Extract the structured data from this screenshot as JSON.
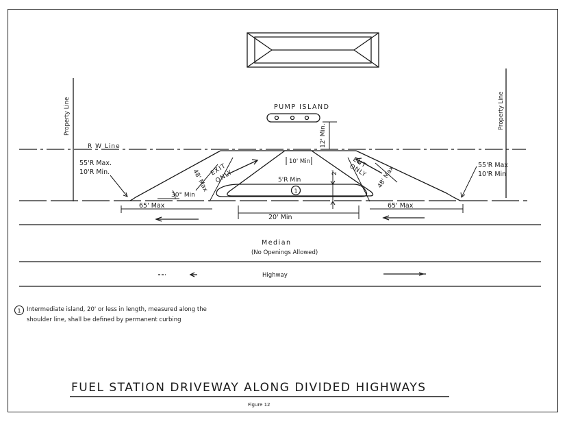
{
  "labels": {
    "property_line_left": "Property Line",
    "property_line_right": "Property Line",
    "pump_island": "PUMP ISLAND",
    "pump_clearance": "12' Min.",
    "rw_line": "R W Line",
    "radius_left_max": "55'R Max.",
    "radius_left_min": "10'R Min.",
    "radius_right_max": "55'R Max",
    "radius_right_min": "10'R Min",
    "exit_only": [
      "EXIT",
      "ONLY"
    ],
    "ent_only": [
      "ENT",
      "ONLY"
    ],
    "width_left": "48' Max",
    "width_right": "48' Max",
    "angle_min": "30° Min",
    "island_top": "10' Min",
    "island_radius": "5'R Min",
    "island_marker": "1",
    "island_offset": "2'",
    "throat_left": "65' Max",
    "throat_right": "65' Max",
    "island_length": "20' Min",
    "median": "Median",
    "median_note": "(No Openings Allowed)",
    "highway": "Highway"
  },
  "note": {
    "marker": "1",
    "line1": "Intermediate island, 20' or less in length, measured along the",
    "line2": "shoulder line, shall be defined by permanent curbing"
  },
  "title": "FUEL STATION DRIVEWAY ALONG DIVIDED HIGHWAYS",
  "figure_label": "Figure 12"
}
